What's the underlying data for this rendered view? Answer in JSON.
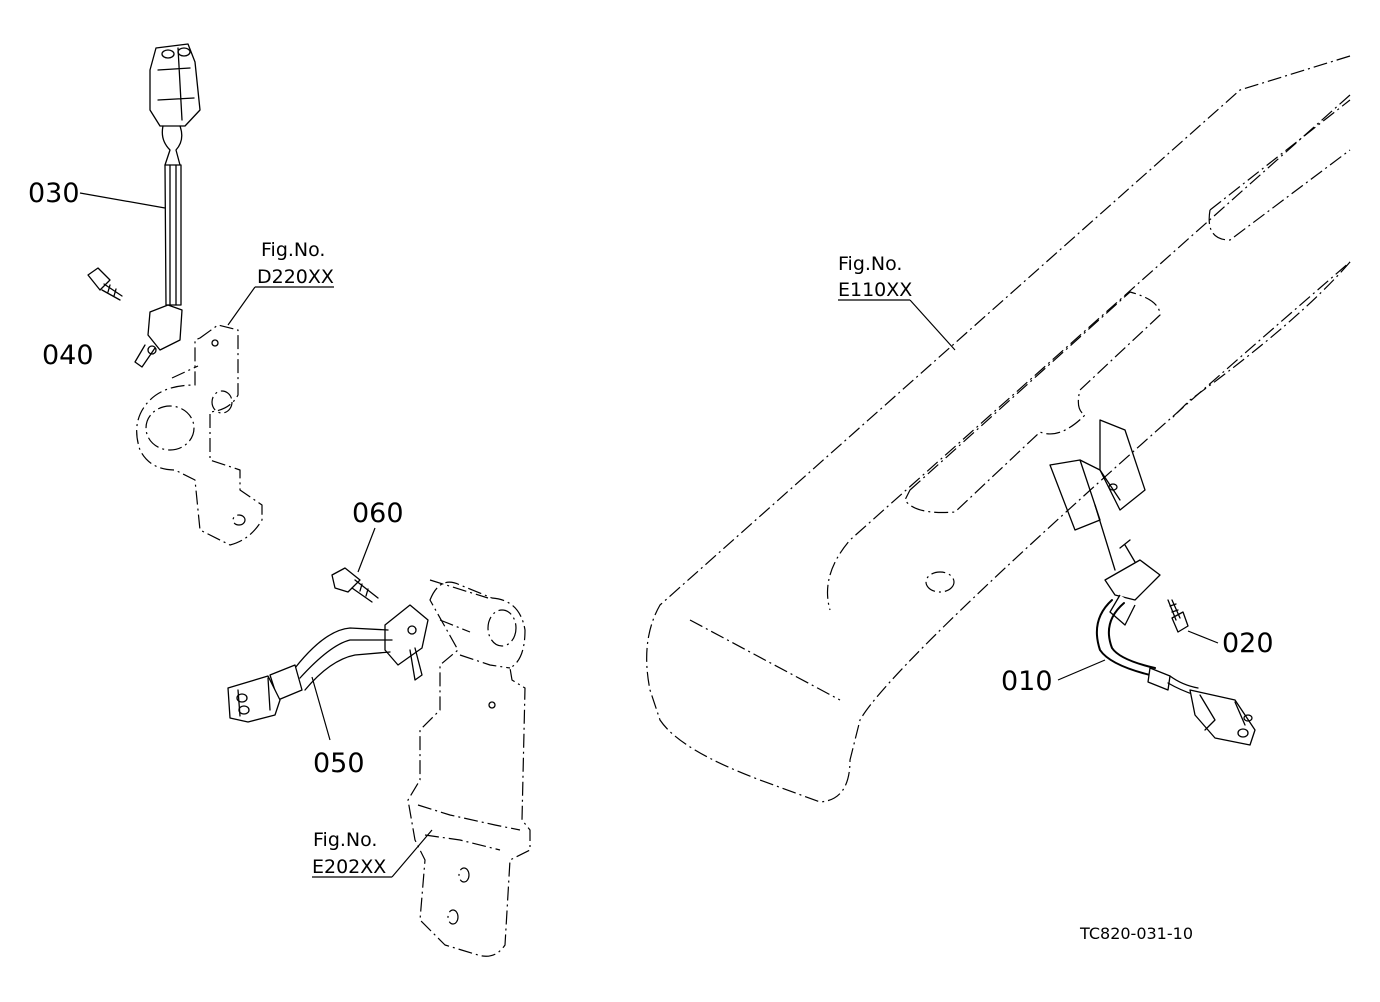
{
  "diagram": {
    "drawing_code": "TC820-031-10",
    "callouts": {
      "p010": "010",
      "p020": "020",
      "p030": "030",
      "p040": "040",
      "p050": "050",
      "p060": "060"
    },
    "figure_refs": {
      "d220": {
        "label": "Fig.No.",
        "number": "D220XX"
      },
      "e110": {
        "label": "Fig.No.",
        "number": "E110XX"
      },
      "e202": {
        "label": "Fig.No.",
        "number": "E202XX"
      }
    }
  }
}
